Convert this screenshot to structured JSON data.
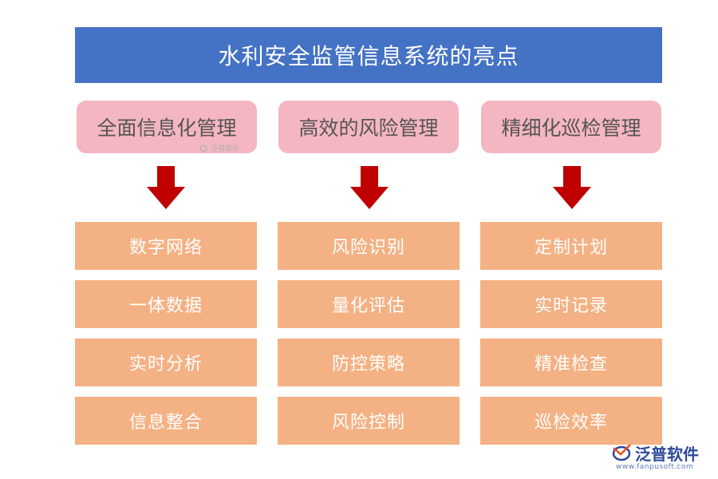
{
  "title": "水利安全监管信息系统的亮点",
  "columns": [
    {
      "heading": "全面信息化管理",
      "items": [
        "数字网络",
        "一体数据",
        "实时分析",
        "信息整合"
      ]
    },
    {
      "heading": "高效的风险管理",
      "items": [
        "风险识别",
        "量化评估",
        "防控策略",
        "风险控制"
      ]
    },
    {
      "heading": "精细化巡检管理",
      "items": [
        "定制计划",
        "实时记录",
        "精准检查",
        "巡检效率"
      ]
    }
  ],
  "watermark": {
    "small_text": "泛普软件",
    "logo_text": "泛普软件",
    "url": "www.fanpusoft.com"
  },
  "colors": {
    "title_bg": "#4472c4",
    "heading_bg": "#f4b6c0",
    "item_bg": "#f4b183",
    "arrow": "#c00000"
  },
  "icons": [
    "arrow-down-icon",
    "fanpu-logo-icon"
  ]
}
